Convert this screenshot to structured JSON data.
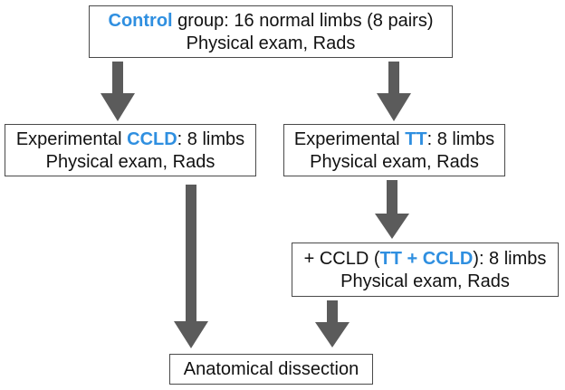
{
  "control": {
    "highlight": "Control",
    "rest": " group: 16 normal limbs (8 pairs)",
    "detail": "Physical exam, Rads"
  },
  "experimental_ccld": {
    "prefix": "Experimental ",
    "highlight": "CCLD",
    "rest": ": 8 limbs",
    "detail": "Physical exam, Rads"
  },
  "experimental_tt": {
    "prefix": "Experimental ",
    "highlight": "TT",
    "rest": ": 8 limbs",
    "detail": "Physical exam, Rads"
  },
  "tt_plus_ccld": {
    "prefix": "+ CCLD (",
    "highlight": "TT + CCLD",
    "rest": "): 8 limbs",
    "detail": "Physical exam, Rads"
  },
  "dissection": {
    "label": "Anatomical dissection"
  },
  "colors": {
    "highlight": "#2f8fe0",
    "arrow": "#5b5b5b",
    "border": "#4a4a4a"
  }
}
